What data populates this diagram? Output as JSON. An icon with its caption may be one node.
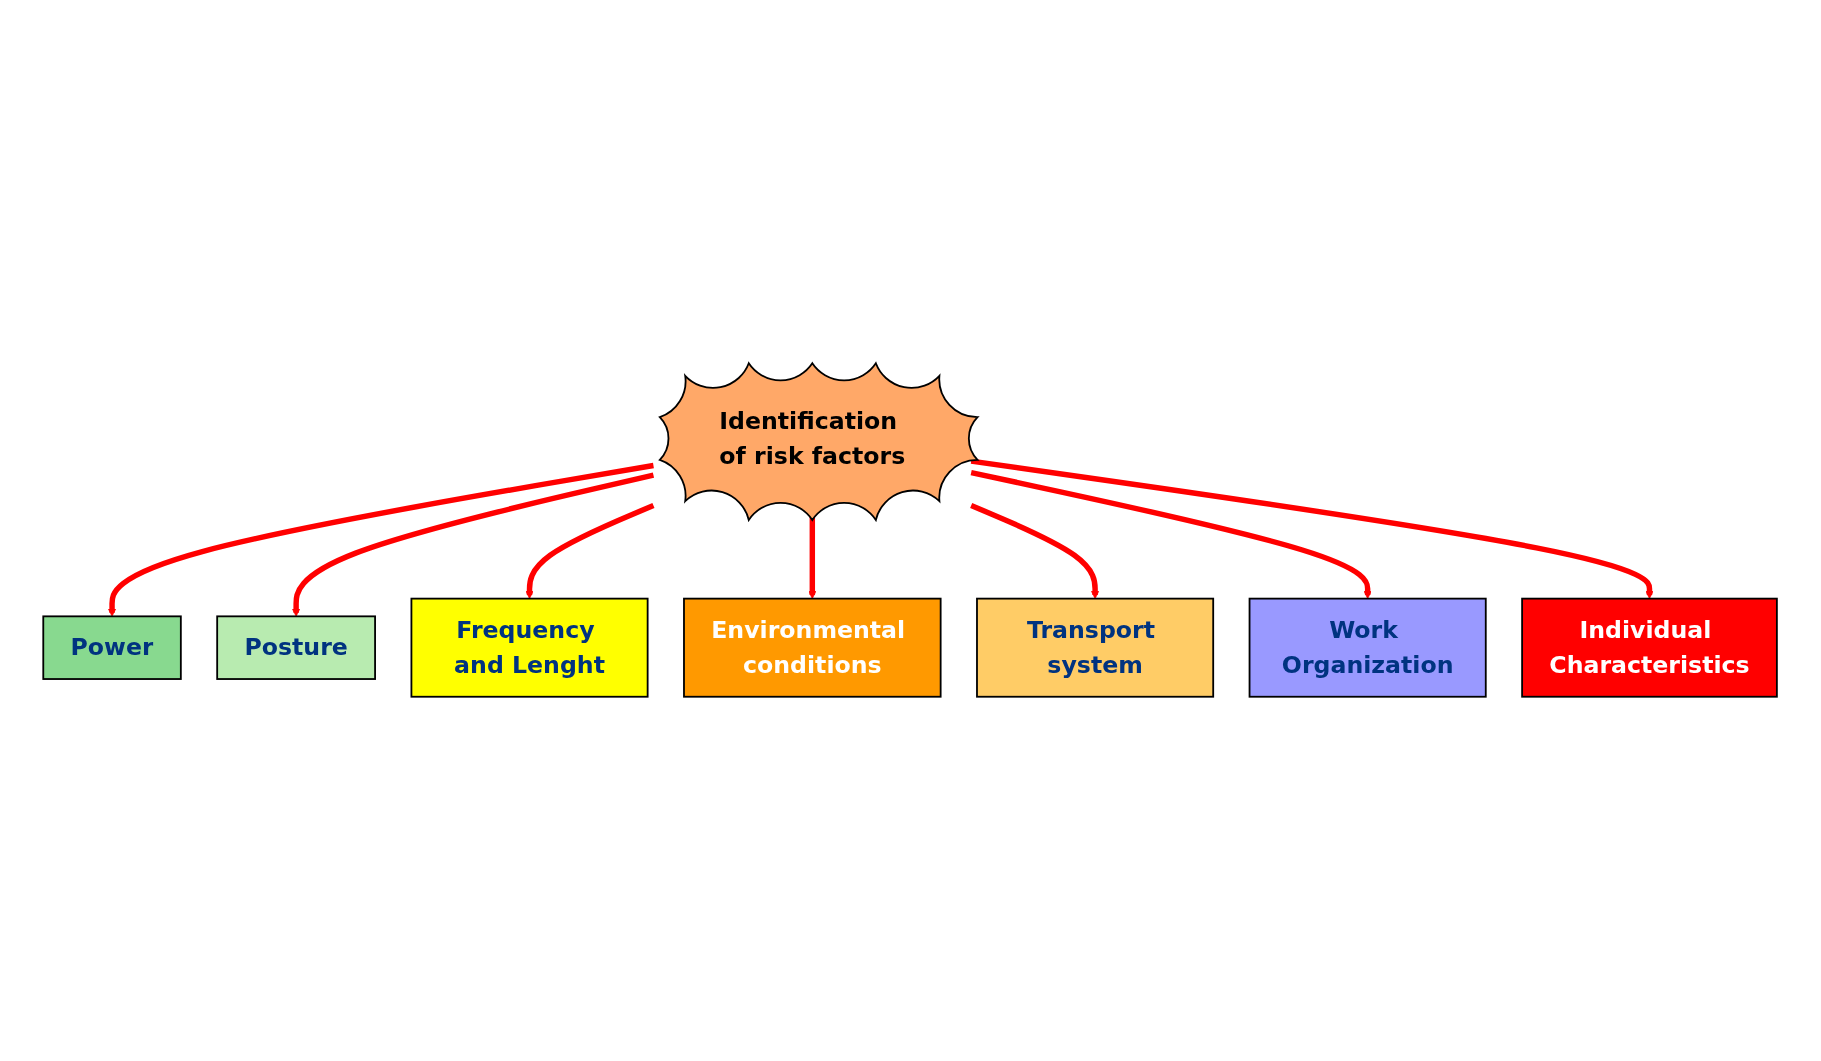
{
  "diagram": {
    "nodes": [
      {
        "text": [
          "Power"
        ]
      },
      {
        "text": [
          "Posture"
        ]
      },
      {
        "text": [
          "Frequency and Lenght"
        ]
      },
      {
        "text": [
          "Identification of risk factors"
        ]
      },
      {
        "text": [
          "Environmental conditions"
        ]
      },
      {
        "text": [
          "Transport system"
        ]
      },
      {
        "text": [
          "Work Organization"
        ]
      },
      {
        "text": [
          "Individual Characteristics"
        ]
      }
    ],
    "edges": [
      {
        "from": 3,
        "to": 0,
        "arrow": "to"
      },
      {
        "from": 3,
        "to": 1,
        "arrow": "to"
      },
      {
        "from": 3,
        "to": 2,
        "arrow": "to"
      },
      {
        "from": 3,
        "to": 4,
        "arrow": "to"
      },
      {
        "from": 3,
        "to": 5,
        "arrow": "to"
      },
      {
        "from": 3,
        "to": 6,
        "arrow": "to"
      },
      {
        "from": 3,
        "to": 7,
        "arrow": "to"
      }
    ]
  }
}
